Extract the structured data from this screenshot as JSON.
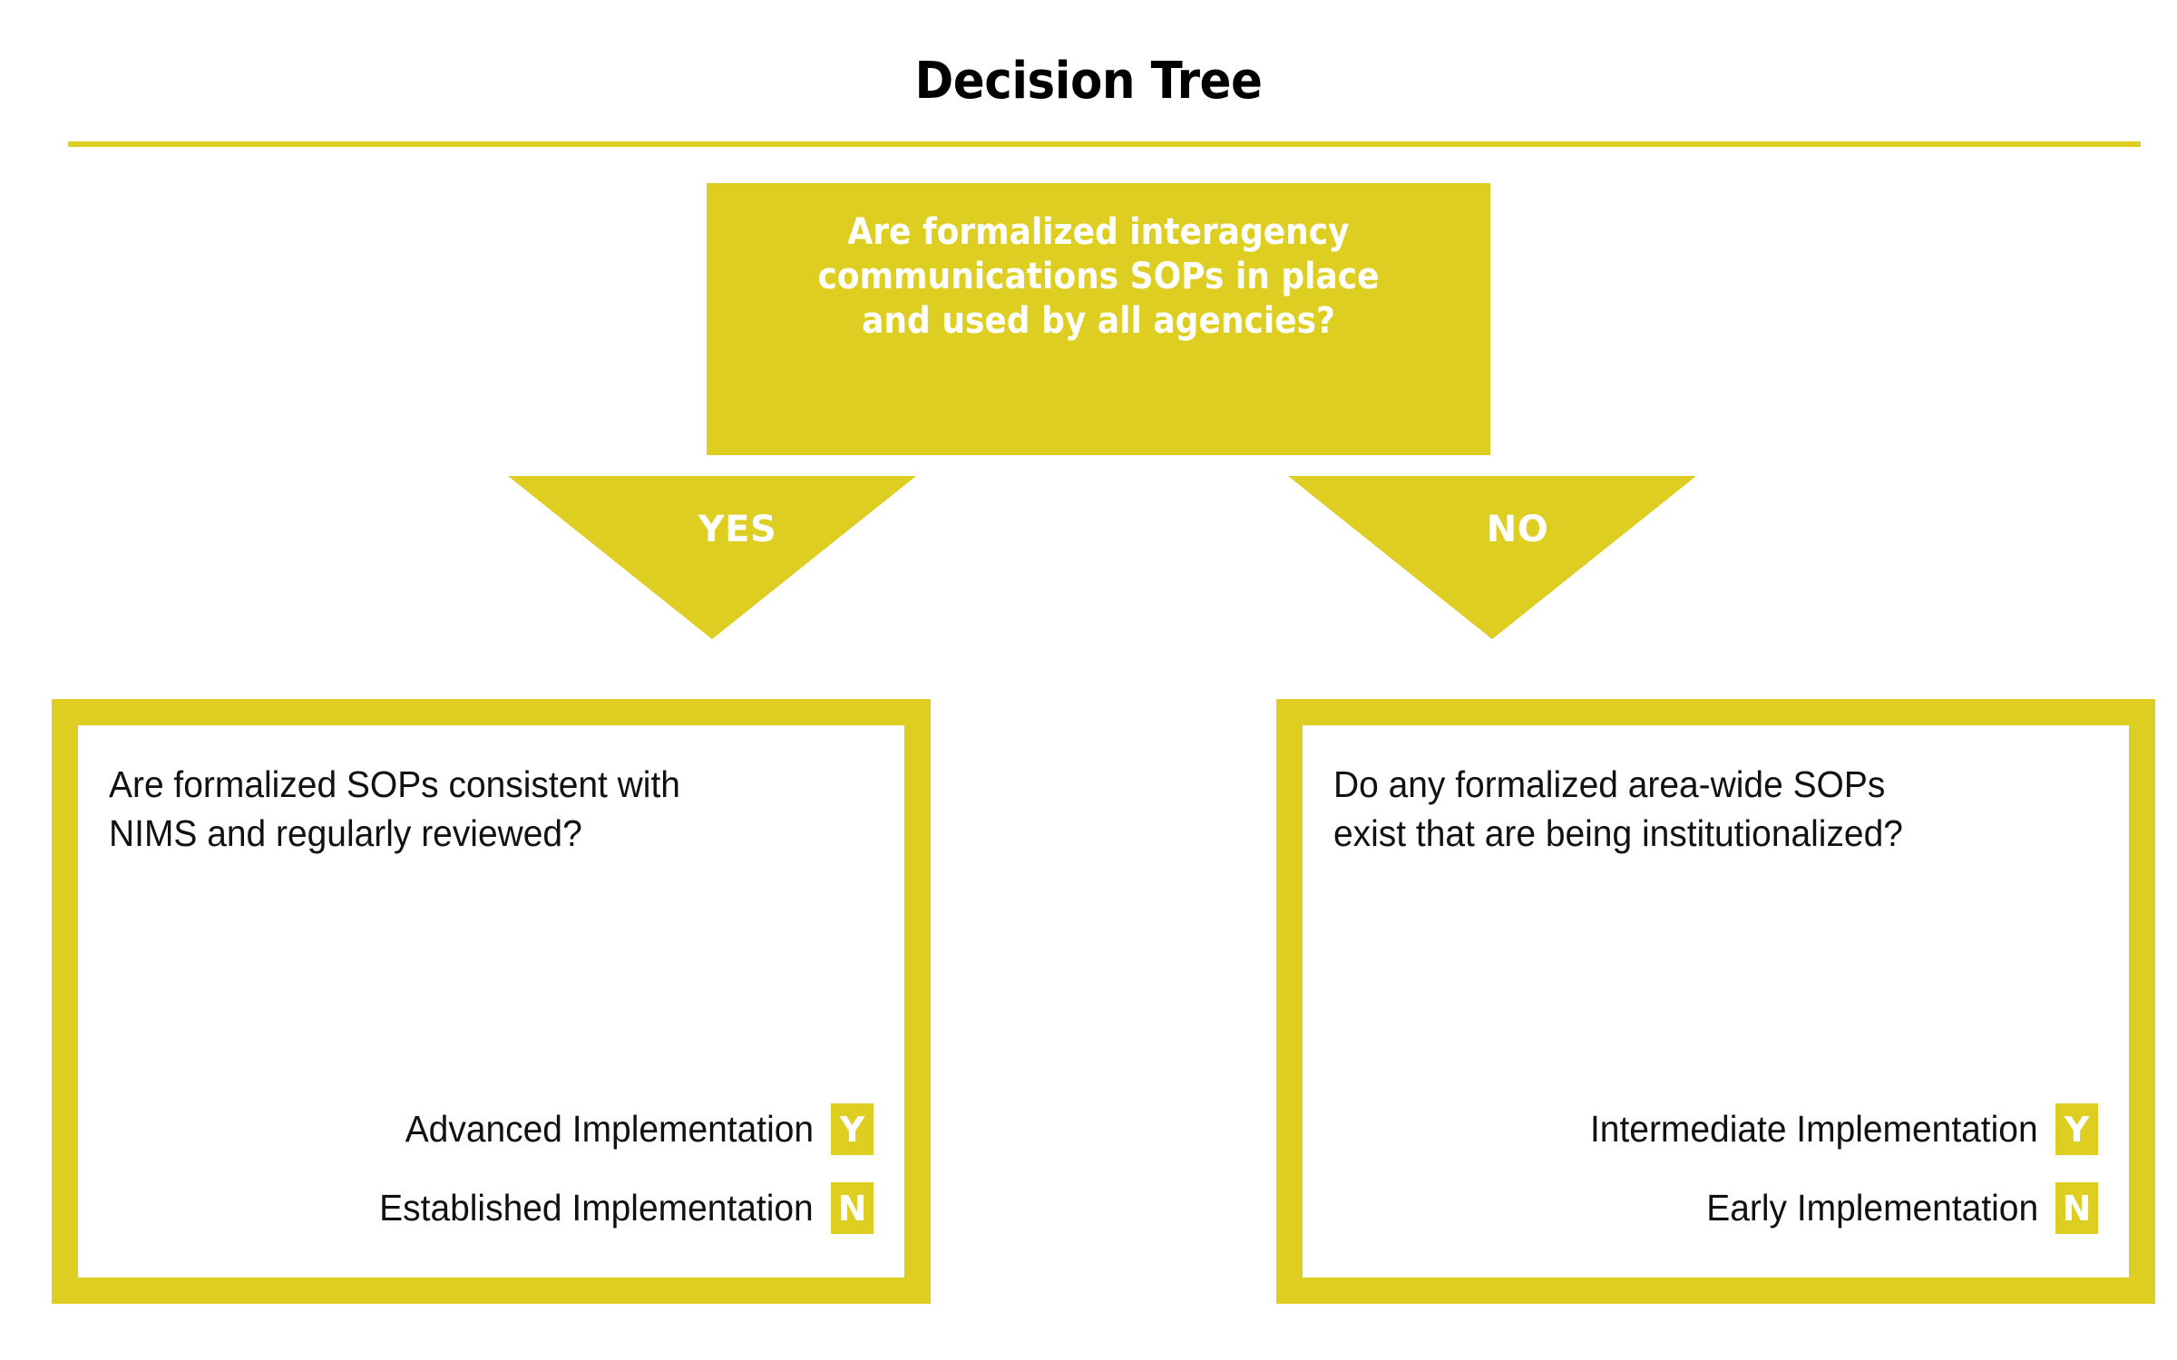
{
  "page": {
    "title": "Decision Tree",
    "accent_color": "#dece22",
    "background_color": "#ffffff",
    "text_color": "#111111",
    "inverse_text_color": "#ffffff"
  },
  "root_question": {
    "text": "Are formalized interagency\ncommunications SOPs in place\nand used by all agencies?"
  },
  "branches": [
    {
      "label": "YES",
      "side": "left"
    },
    {
      "label": "NO",
      "side": "right"
    }
  ],
  "outcomes": [
    {
      "question": "Are formalized SOPs consistent with\nNIMS and regularly reviewed?",
      "answers": [
        {
          "label": "Advanced Implementation",
          "badge": "Y"
        },
        {
          "label": "Established Implementation",
          "badge": "N"
        }
      ]
    },
    {
      "question": "Do any formalized area-wide SOPs\nexist that are being institutionalized?",
      "answers": [
        {
          "label": "Intermediate Implementation",
          "badge": "Y"
        },
        {
          "label": "Early Implementation",
          "badge": "N"
        }
      ]
    }
  ],
  "chart_data": {
    "type": "table",
    "title": "Decision Tree",
    "nodes": [
      {
        "id": "root",
        "text": "Are formalized interagency communications SOPs in place and used by all agencies?",
        "type": "question"
      },
      {
        "id": "yes-branch",
        "text": "Are formalized SOPs consistent with NIMS and regularly reviewed?",
        "type": "question",
        "edge_from_root": "YES",
        "outcomes": [
          {
            "answer": "Y",
            "result": "Advanced Implementation"
          },
          {
            "answer": "N",
            "result": "Established Implementation"
          }
        ]
      },
      {
        "id": "no-branch",
        "text": "Do any formalized area-wide SOPs exist that are being institutionalized?",
        "type": "question",
        "edge_from_root": "NO",
        "outcomes": [
          {
            "answer": "Y",
            "result": "Intermediate Implementation"
          },
          {
            "answer": "N",
            "result": "Early Implementation"
          }
        ]
      }
    ]
  }
}
